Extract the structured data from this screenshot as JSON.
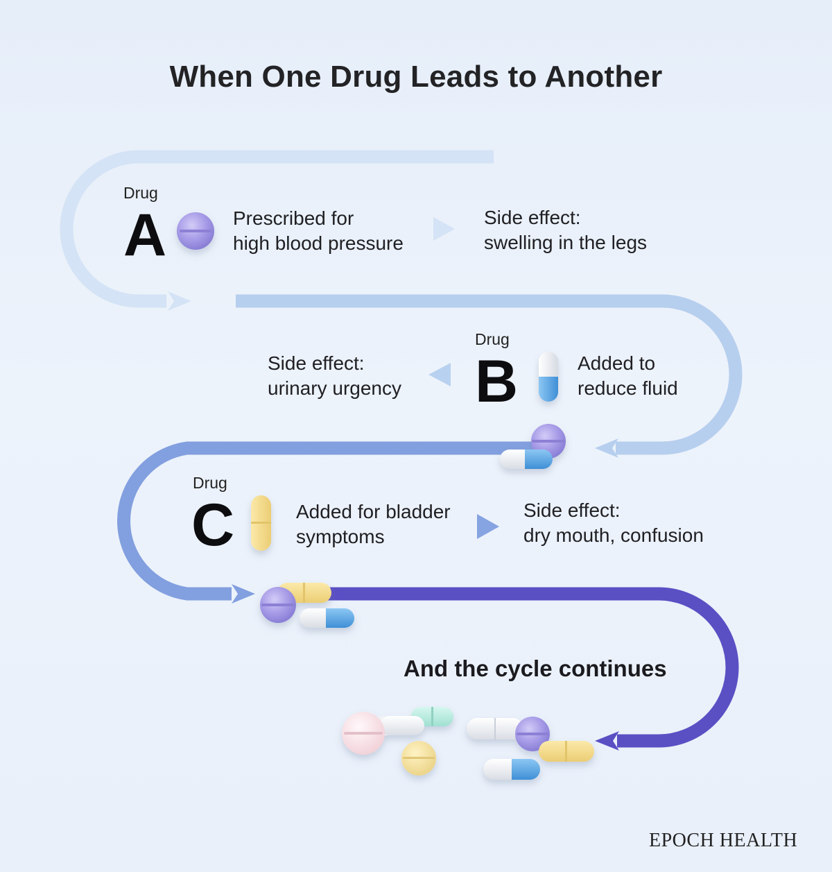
{
  "title": "When One Drug Leads to Another",
  "steps": [
    {
      "drug_label": "Drug",
      "letter": "A",
      "action_line1": "Prescribed for",
      "action_line2": "high blood pressure",
      "effect_line1": "Side effect:",
      "effect_line2": "swelling in the legs",
      "pill_icon": "round-tablet-purple-icon"
    },
    {
      "drug_label": "Drug",
      "letter": "B",
      "action_line1": "Added to",
      "action_line2": "reduce fluid",
      "effect_line1": "Side effect:",
      "effect_line2": "urinary urgency",
      "pill_icon": "capsule-blue-white-icon"
    },
    {
      "drug_label": "Drug",
      "letter": "C",
      "action_line1": "Added for bladder",
      "action_line2": "symptoms",
      "effect_line1": "Side effect:",
      "effect_line2": "dry mouth, confusion",
      "pill_icon": "capsule-yellow-icon"
    }
  ],
  "conclusion": "And the cycle continues",
  "brand": "EPOCH HEALTH",
  "colors": {
    "path_light": "#cfe0f4",
    "path_mid": "#a9c6ec",
    "path_blue": "#7f9fe0",
    "path_purple": "#5e52c4",
    "pill_purple": "#a59be6",
    "pill_blue": "#5aa6e3",
    "pill_yellow": "#f2d987"
  }
}
